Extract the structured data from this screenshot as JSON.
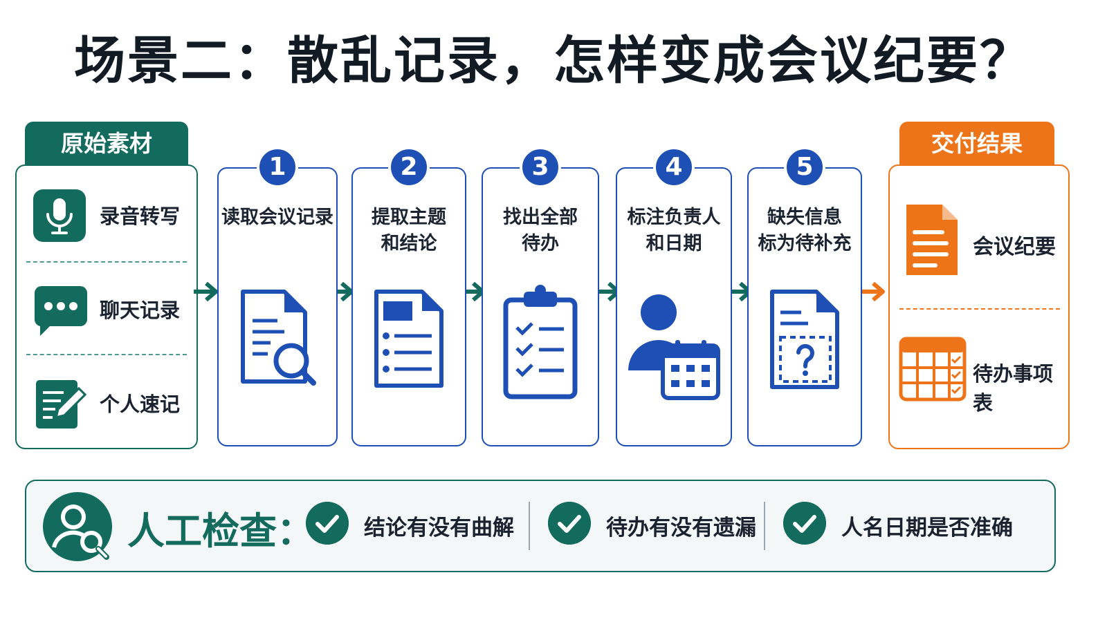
{
  "title": "场景二：散乱记录，怎样变成会议纪要？",
  "colors": {
    "teal": "#136b5e",
    "blue": "#1d4fb5",
    "orange": "#ee7419"
  },
  "source": {
    "header": "原始素材",
    "items": [
      {
        "label": "录音转写",
        "icon": "microphone-icon"
      },
      {
        "label": "聊天记录",
        "icon": "chat-bubble-icon"
      },
      {
        "label": "个人速记",
        "icon": "notes-pen-icon"
      }
    ]
  },
  "steps": [
    {
      "number": "1",
      "line1": "读取会议记录",
      "line2": "",
      "icon": "document-search-icon"
    },
    {
      "number": "2",
      "line1": "提取主题",
      "line2": "和结论",
      "icon": "document-list-icon"
    },
    {
      "number": "3",
      "line1": "找出全部",
      "line2": "待办",
      "icon": "clipboard-checklist-icon"
    },
    {
      "number": "4",
      "line1": "标注负责人",
      "line2": "和日期",
      "icon": "person-calendar-icon"
    },
    {
      "number": "5",
      "line1": "缺失信息",
      "line2": "标为待补充",
      "icon": "document-question-icon"
    }
  ],
  "result": {
    "header": "交付结果",
    "items": [
      {
        "label": "会议纪要",
        "icon": "document-icon"
      },
      {
        "label": "待办事项表",
        "icon": "checklist-table-icon"
      }
    ]
  },
  "check": {
    "title": "人工检查：",
    "icon": "person-search-icon",
    "items": [
      {
        "label": "结论有没有曲解"
      },
      {
        "label": "待办有没有遗漏"
      },
      {
        "label": "人名日期是否准确"
      }
    ]
  }
}
